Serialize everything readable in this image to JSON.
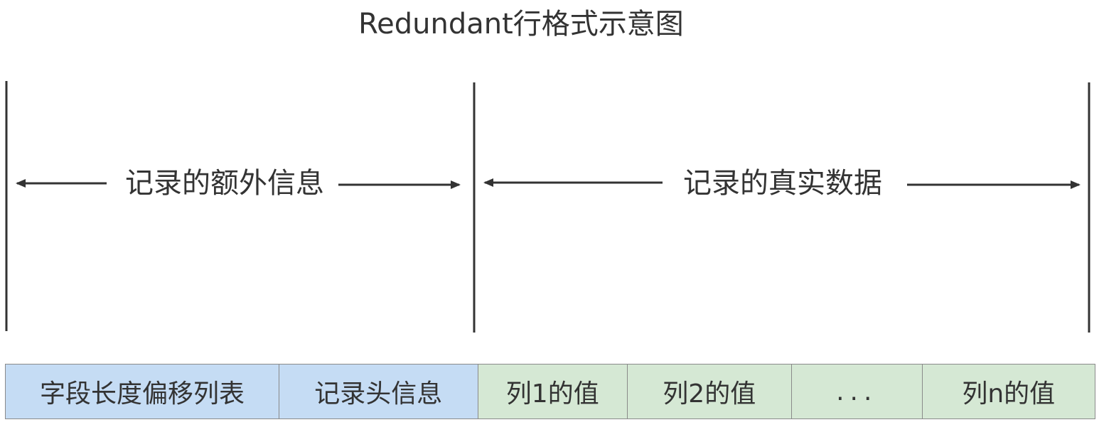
{
  "title": "Redundant行格式示意图",
  "regions": {
    "extra_info": "记录的额外信息",
    "real_data": "记录的真实数据"
  },
  "cells": [
    {
      "label": "字段长度偏移列表",
      "color": "#c5dcf4"
    },
    {
      "label": "记录头信息",
      "color": "#c5dcf4"
    },
    {
      "label": "列1的值",
      "color": "#d5e8d4"
    },
    {
      "label": "列2的值",
      "color": "#d5e8d4"
    },
    {
      "label": "...",
      "color": "#d5e8d4"
    },
    {
      "label": "列n的值",
      "color": "#d5e8d4"
    }
  ]
}
